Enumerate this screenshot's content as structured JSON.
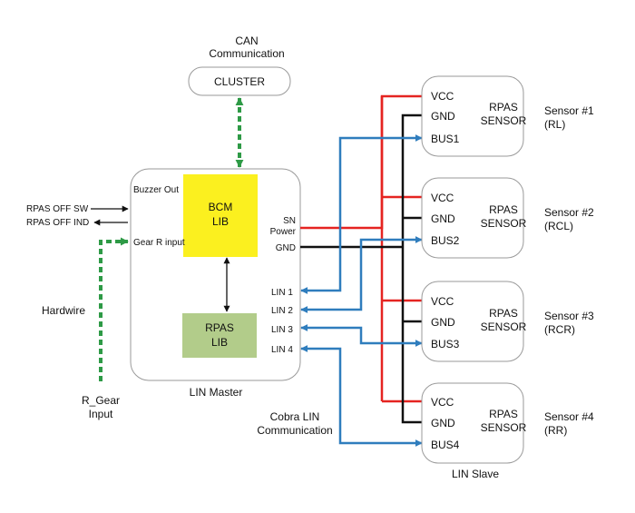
{
  "can": {
    "line1": "CAN",
    "line2": "Communication"
  },
  "cluster": {
    "label": "CLUSTER"
  },
  "lin_master": {
    "label": "LIN Master",
    "buzzer_out": "Buzzer Out",
    "gear_r_input": "Gear R input",
    "sn_power_line1": "SN",
    "sn_power_line2": "Power",
    "gnd": "GND",
    "lin_ports": [
      "LIN 1",
      "LIN 2",
      "LIN 3",
      "LIN 4"
    ]
  },
  "bcm_lib": {
    "line1": "BCM",
    "line2": "LIB"
  },
  "rpas_lib": {
    "line1": "RPAS",
    "line2": "LIB"
  },
  "inputs": {
    "rpas_off_sw": "RPAS OFF SW",
    "rpas_off_ind": "RPAS OFF IND",
    "hardwire": "Hardwire",
    "r_gear_line1": "R_Gear",
    "r_gear_line2": "Input"
  },
  "cobra_lin": {
    "line1": "Cobra LIN",
    "line2": "Communication"
  },
  "lin_slave": {
    "label": "LIN Slave"
  },
  "sensors": [
    {
      "vcc": "VCC",
      "gnd": "GND",
      "bus": "BUS1",
      "type_line1": "RPAS",
      "type_line2": "SENSOR",
      "name": "Sensor #1",
      "position": "(RL)"
    },
    {
      "vcc": "VCC",
      "gnd": "GND",
      "bus": "BUS2",
      "type_line1": "RPAS",
      "type_line2": "SENSOR",
      "name": "Sensor #2",
      "position": "(RCL)"
    },
    {
      "vcc": "VCC",
      "gnd": "GND",
      "bus": "BUS3",
      "type_line1": "RPAS",
      "type_line2": "SENSOR",
      "name": "Sensor #3",
      "position": "(RCR)"
    },
    {
      "vcc": "VCC",
      "gnd": "GND",
      "bus": "BUS4",
      "type_line1": "RPAS",
      "type_line2": "SENSOR",
      "name": "Sensor #4",
      "position": "(RR)"
    }
  ],
  "colors": {
    "power": "#e52421",
    "ground": "#111111",
    "lin_bus": "#2f7dbd",
    "hardwire": "#2e9a46",
    "bcm_fill": "#fbf01f",
    "rpas_lib_fill": "#b2cc8a"
  }
}
